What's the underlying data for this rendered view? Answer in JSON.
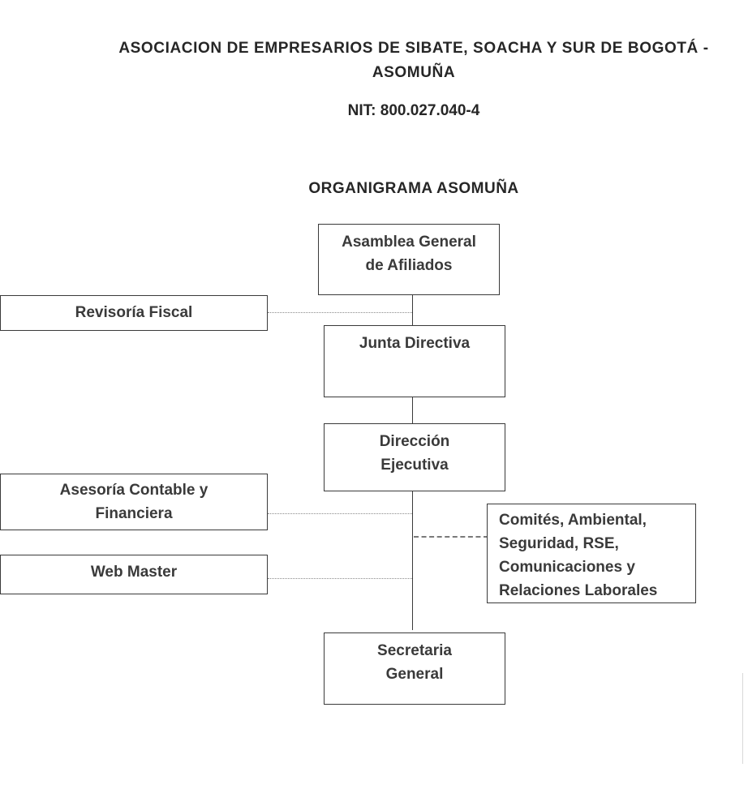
{
  "header": {
    "line1": "ASOCIACION DE EMPRESARIOS DE SIBATE, SOACHA Y SUR DE BOGOTÁ -",
    "line2": "ASOMUÑA",
    "nit": "NIT: 800.027.040-4"
  },
  "chart": {
    "title": "ORGANIGRAMA ASOMUÑA"
  },
  "nodes": {
    "asamblea": "Asamblea General\nde Afiliados",
    "revisoria": "Revisoría Fiscal",
    "junta": "Junta Directiva",
    "direccion": "Dirección\nEjecutiva",
    "asesoria": "Asesoría Contable y\nFinanciera",
    "comites": "Comités, Ambiental,\nSeguridad, RSE,\nComunicaciones y\nRelaciones Laborales",
    "webmaster": "Web Master",
    "secretaria": "Secretaria\nGeneral"
  }
}
